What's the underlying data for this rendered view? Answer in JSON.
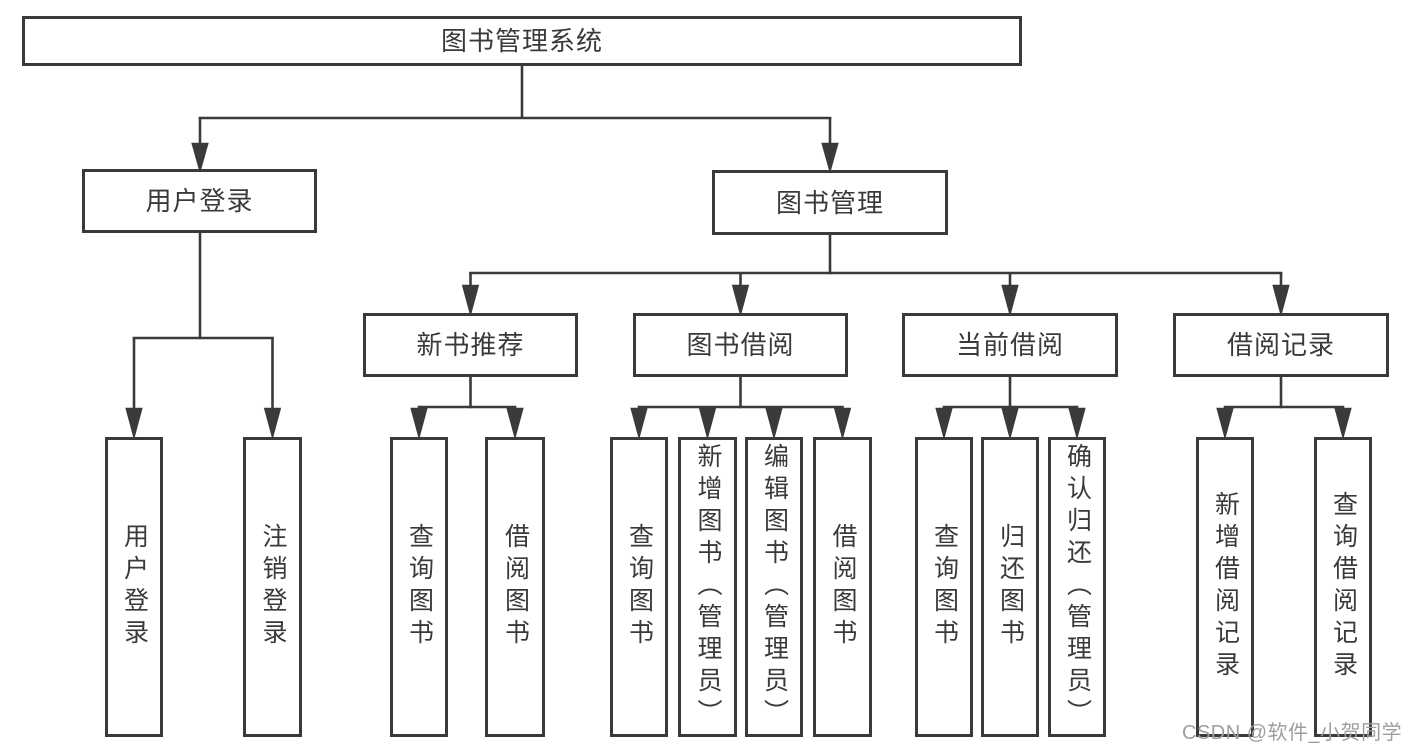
{
  "diagram": {
    "root": {
      "label": "图书管理系统"
    },
    "level2": [
      {
        "label": "用户登录"
      },
      {
        "label": "图书管理"
      }
    ],
    "level3": [
      {
        "label": "新书推荐"
      },
      {
        "label": "图书借阅"
      },
      {
        "label": "当前借阅"
      },
      {
        "label": "借阅记录"
      }
    ],
    "leaves": [
      {
        "label": "用户登录"
      },
      {
        "label": "注销登录"
      },
      {
        "label": "查询图书"
      },
      {
        "label": "借阅图书"
      },
      {
        "label": "查询图书"
      },
      {
        "label": "新增图书（管理员）"
      },
      {
        "label": "编辑图书（管理员）"
      },
      {
        "label": "借阅图书"
      },
      {
        "label": "查询图书"
      },
      {
        "label": "归还图书"
      },
      {
        "label": "确认归还（管理员）"
      },
      {
        "label": "新增借阅记录"
      },
      {
        "label": "查询借阅记录"
      }
    ]
  },
  "watermark": {
    "text": "CSDN @软件_小贺同学"
  },
  "colors": {
    "line": "#3a3a3a",
    "text": "#3a3a3a",
    "watermark": "#9e9e9e",
    "background": "#ffffff"
  }
}
